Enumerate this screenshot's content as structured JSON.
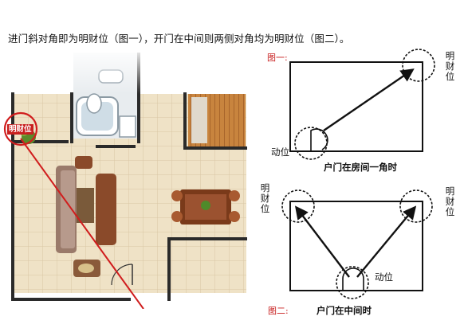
{
  "caption": "进门斜对角即为明财位（图一），开门在中间则两侧对角均为明财位（图二）。",
  "floorplan": {
    "marker_label": "明财位"
  },
  "figure1": {
    "tag": "图一:",
    "corner_label": "明财位",
    "door_label": "动位",
    "subtitle": "户门在房间一角时"
  },
  "figure2": {
    "tag": "图二:",
    "left_label": "明财位",
    "right_label": "明财位",
    "door_label": "动位",
    "subtitle": "户门在中间时"
  },
  "colors": {
    "accent_red": "#c81e1e",
    "floor_tile": "#efe2c6",
    "wall": "#2a2a2a",
    "furniture": "#8a4a2a"
  }
}
